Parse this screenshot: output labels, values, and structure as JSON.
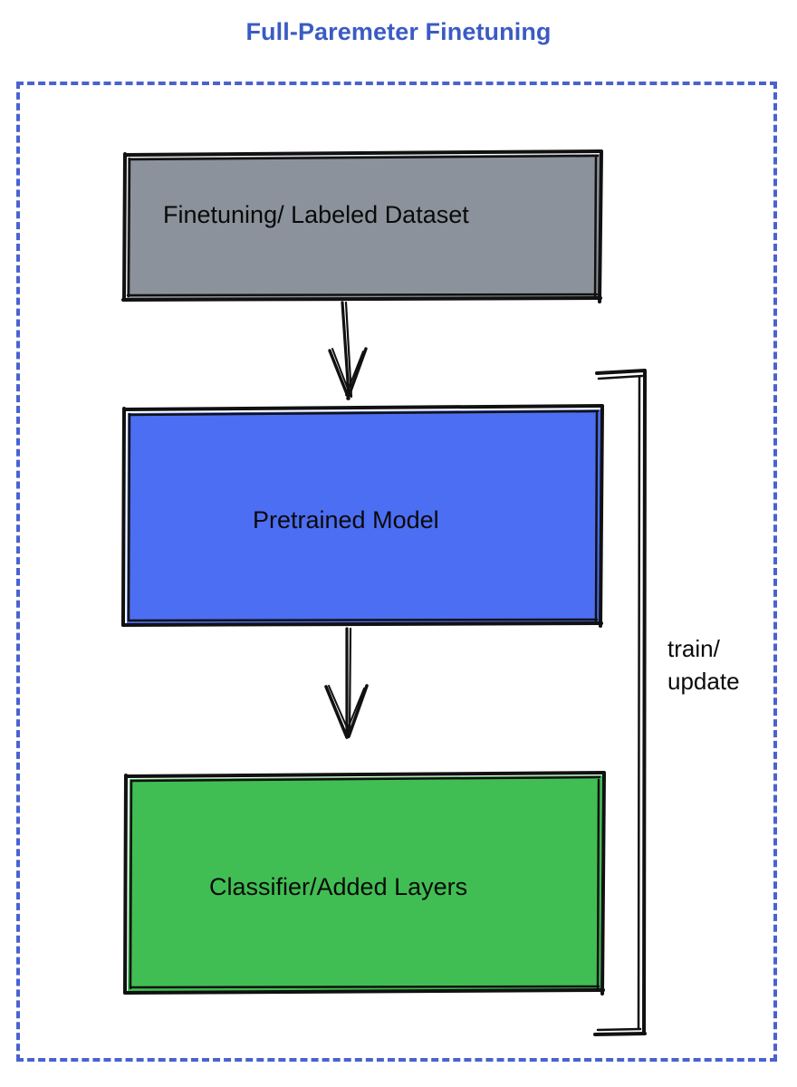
{
  "title": "Full-Paremeter Finetuning",
  "colors": {
    "title": "#3B5BC4",
    "container_border": "#4A62D0",
    "dataset_fill": "#8B929B",
    "model_fill": "#4C6EF2",
    "classifier_fill": "#41BE53",
    "stroke": "#111111",
    "background": "#FFFFFF"
  },
  "container": {
    "name": "full-parameter-finetuning-group",
    "border_style": "dashed"
  },
  "nodes": [
    {
      "id": "dataset",
      "label": "Finetuning/ Labeled Dataset",
      "fill": "#8B929B",
      "shape": "rectangle"
    },
    {
      "id": "model",
      "label": "Pretrained Model",
      "fill": "#4C6EF2",
      "shape": "rectangle"
    },
    {
      "id": "classifier",
      "label": "Classifier/Added Layers",
      "fill": "#41BE53",
      "shape": "rectangle"
    }
  ],
  "edges": [
    {
      "id": "dataset-to-model",
      "from": "dataset",
      "to": "model",
      "label": "",
      "style": "arrow"
    },
    {
      "id": "model-to-classifier",
      "from": "model",
      "to": "classifier",
      "label": "",
      "style": "arrow"
    },
    {
      "id": "classifier-to-model-loop",
      "from": "classifier",
      "to": "model",
      "label_line1": "train/",
      "label_line2": "update",
      "style": "bracket"
    }
  ],
  "side_label": {
    "line1": "train/",
    "line2": "update"
  }
}
